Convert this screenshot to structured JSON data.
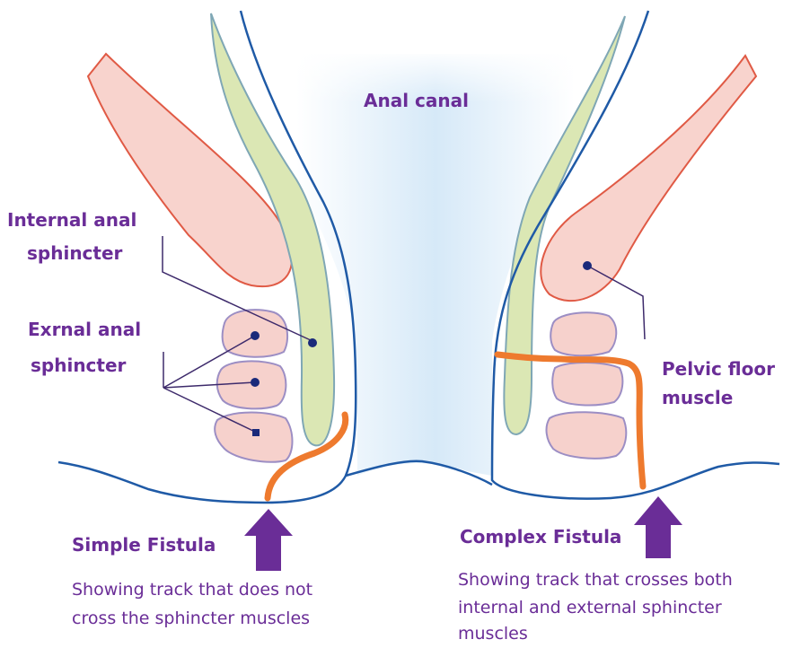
{
  "labels": {
    "anal_canal": "Anal canal",
    "internal_line1": "Internal anal",
    "internal_line2": "sphincter",
    "external_line1": "Exrnal anal",
    "external_line2": "sphincter",
    "pelvic_line1": "Pelvic floor",
    "pelvic_line2": "muscle",
    "simple_title": "Simple Fistula",
    "simple_desc_line1": "Showing track that does not",
    "simple_desc_line2": "cross the sphincter muscles",
    "complex_title": "Complex Fistula",
    "complex_desc_line1": "Showing track that crosses both",
    "complex_desc_line2": "internal and external sphincter",
    "complex_desc_line3": "muscles"
  },
  "colors": {
    "text": "#6a2d97",
    "arrow": "#6a2d97",
    "wall_line": "#1f5aa6",
    "internal_sphincter_fill": "#dbe7b4",
    "internal_sphincter_stroke": "#7fa7b5",
    "external_sphincter_fill": "#f6d1cc",
    "external_sphincter_stroke": "#9c8ec4",
    "pelvic_floor_fill": "#f8d3cd",
    "pelvic_floor_stroke": "#e05a45",
    "fistula_track": "#ee7a2e",
    "canal_glow": "#dcecf8",
    "pointer_line": "#3d2a6b"
  }
}
